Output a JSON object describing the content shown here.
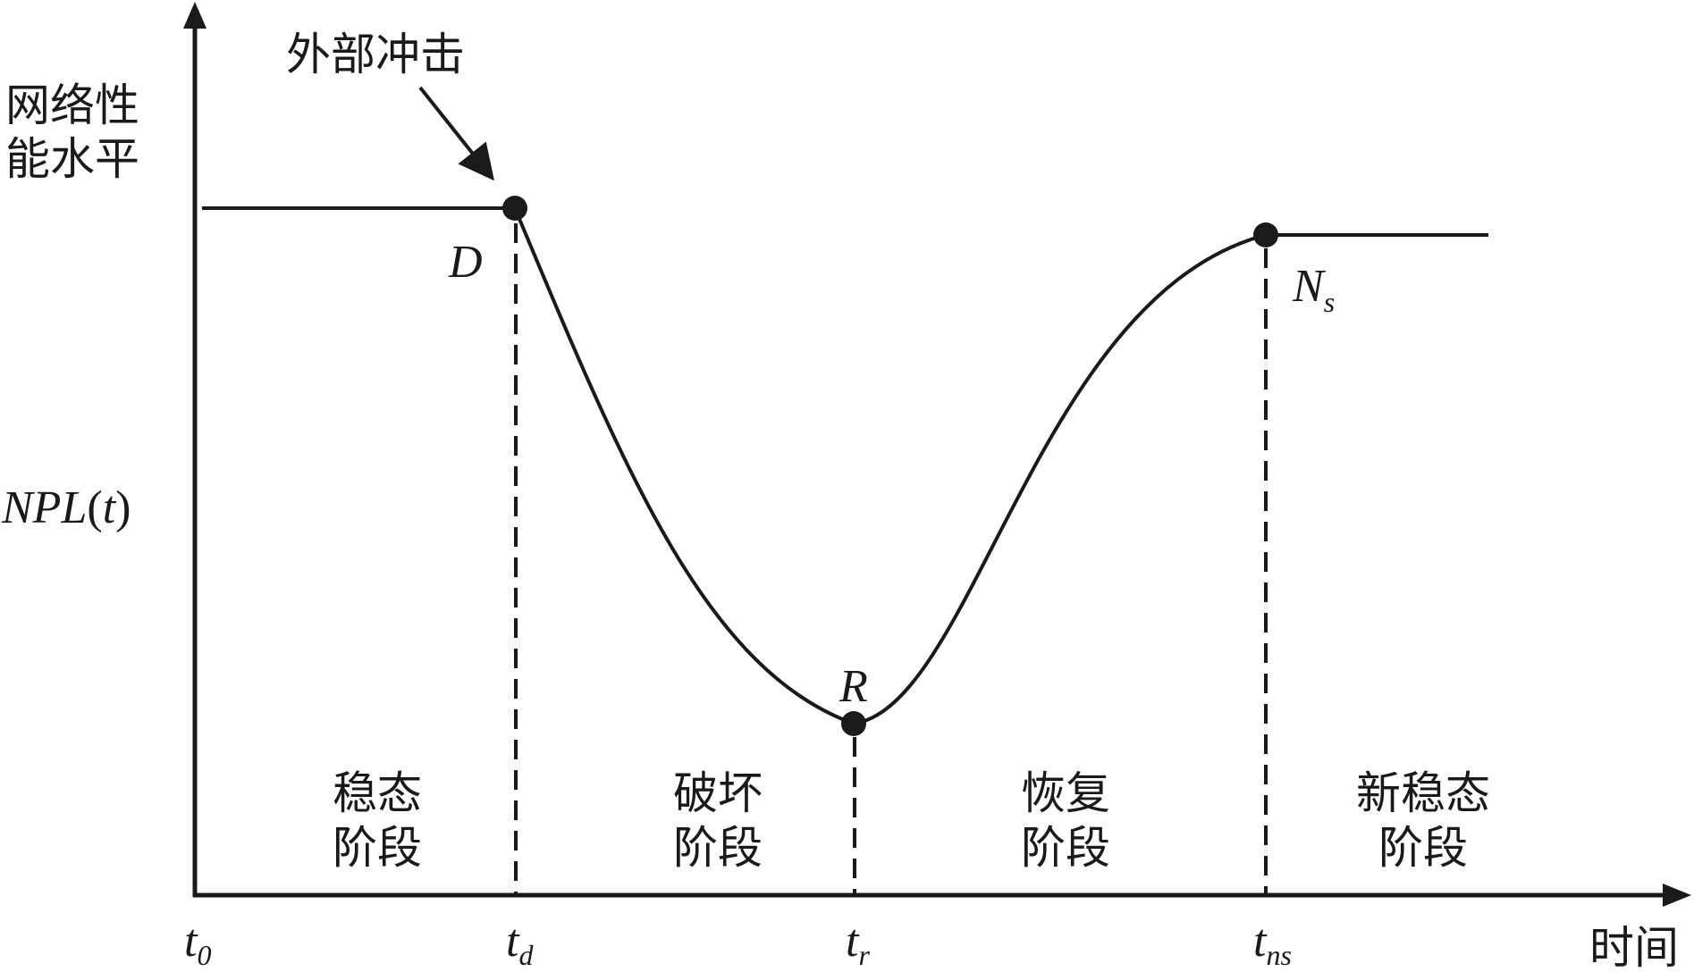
{
  "y_axis": {
    "title_line1": "网络性",
    "title_line2": "能水平",
    "function_label": "NPL",
    "paren_open": "(",
    "function_var": "t",
    "paren_close": ")"
  },
  "x_axis": {
    "title": "时间",
    "ticks": [
      {
        "base": "t",
        "sub": "0"
      },
      {
        "base": "t",
        "sub": "d"
      },
      {
        "base": "t",
        "sub": "r"
      },
      {
        "base": "t",
        "sub": "ns"
      }
    ]
  },
  "annotation": {
    "text": "外部冲击"
  },
  "points": {
    "D": {
      "label": "D"
    },
    "R": {
      "label": "R"
    },
    "Ns": {
      "base": "N",
      "sub": "s"
    }
  },
  "phases": [
    {
      "line1": "稳态",
      "line2": "阶段"
    },
    {
      "line1": "破坏",
      "line2": "阶段"
    },
    {
      "line1": "恢复",
      "line2": "阶段"
    },
    {
      "line1": "新稳态",
      "line2": "阶段"
    }
  ],
  "colors": {
    "ink": "#1a1a1a",
    "background": "#ffffff"
  }
}
